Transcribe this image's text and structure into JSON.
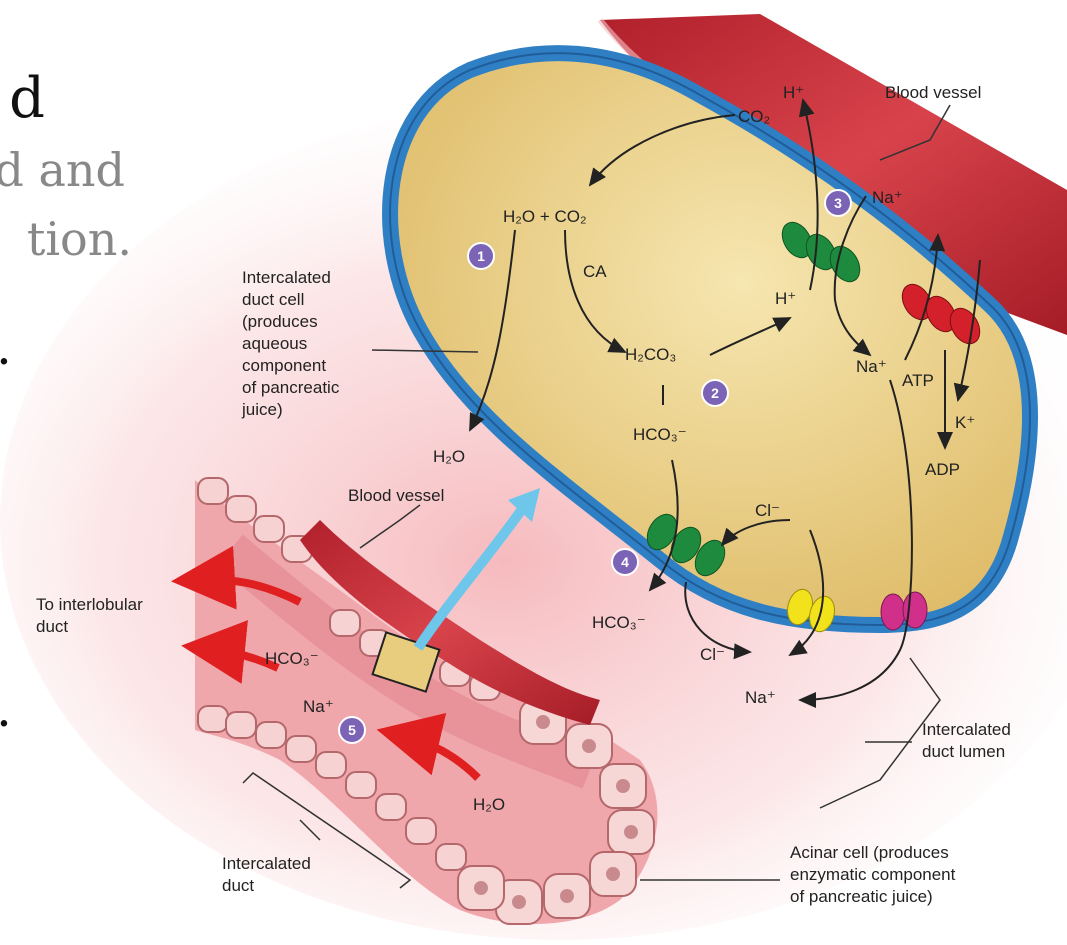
{
  "slide_fragments": [
    "d",
    "d and",
    "tion.",
    ".",
    "."
  ],
  "labels": {
    "blood_vessel_top": "Blood vessel",
    "blood_vessel_lower": "Blood vessel",
    "intercalated_duct_cell": [
      "Intercalated",
      "duct cell",
      "(produces",
      "aqueous",
      "component",
      "of pancreatic",
      "juice)"
    ],
    "to_interlobular_duct": [
      "To interlobular",
      "duct"
    ],
    "intercalated_duct_lumen": [
      "Intercalated",
      "duct lumen"
    ],
    "intercalated_duct": [
      "Intercalated",
      "duct"
    ],
    "acinar_cell": [
      "Acinar cell (produces",
      "enzymatic component",
      "of pancreatic juice)"
    ]
  },
  "chemicals": {
    "co2": "CO₂",
    "h2o_co2": "H₂O + CO₂",
    "ca": "CA",
    "h2co3": "H₂CO₃",
    "hco3_cell": "HCO₃⁻",
    "h2o_out": "H₂O",
    "h_plus_top": "H⁺",
    "h_plus_mid": "H⁺",
    "na_plus_pump": "Na⁺",
    "na_plus_cell": "Na⁺",
    "atp": "ATP",
    "k_plus": "K⁺",
    "adp": "ADP",
    "cl_in": "Cl⁻",
    "hco3_lumen": "HCO₃⁻",
    "cl_out": "Cl⁻",
    "na_plus_lumen": "Na⁺",
    "hco3_duct": "HCO₃⁻",
    "na_plus_duct": "Na⁺",
    "h2o_duct": "H₂O"
  },
  "steps": [
    "1",
    "2",
    "3",
    "4",
    "5"
  ],
  "colors": {
    "cell_fill": "#e8c978",
    "membrane": "#2f7fc4",
    "vessel": "#c92c35",
    "step_circle": "#7b63b5",
    "exchanger_green": "#1e8a3e",
    "pump_red": "#d4202a",
    "channel_yellow": "#f2e21c",
    "channel_magenta": "#d0308a",
    "flow_arrow": "#e02020",
    "zoom_arrow": "#6ec6ea"
  }
}
